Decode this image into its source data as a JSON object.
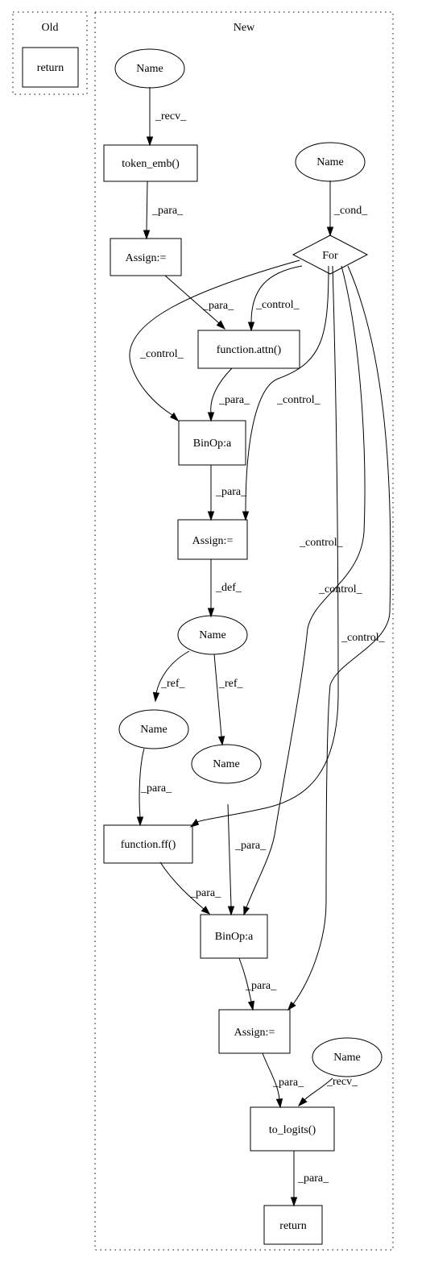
{
  "clusters": {
    "old": {
      "label": "Old"
    },
    "new": {
      "label": "New"
    }
  },
  "nodes": {
    "old_return": "return",
    "name_top": "Name",
    "token_emb": "token_emb()",
    "name_cond": "Name",
    "assign1": "Assign:=",
    "for_node": "For",
    "attn": "function.attn()",
    "binop1": "BinOp:a",
    "assign2": "Assign:=",
    "name_def": "Name",
    "name_ref1": "Name",
    "name_ref2": "Name",
    "ff": "function.ff()",
    "binop2": "BinOp:a",
    "assign3": "Assign:=",
    "name_recv": "Name",
    "to_logits": "to_logits()",
    "new_return": "return"
  },
  "edge_labels": {
    "recv1": "_recv_",
    "para_token": "_para_",
    "cond": "_cond_",
    "para_assign_attn": "_para_",
    "control_attn": "_control_",
    "control_binop1": "_control_",
    "para_attn_binop": "_para_",
    "control_assign2": "_control_",
    "para_binop1_assign2": "_para_",
    "def": "_def_",
    "ref1": "_ref_",
    "ref2": "_ref_",
    "control_ff": "_control_",
    "control_binop2": "_control_",
    "control_assign3": "_control_",
    "para_name_ff": "_para_",
    "para_name_binop2": "_para_",
    "para_ff_binop2": "_para_",
    "para_binop2_assign3": "_para_",
    "para_assign3_logits": "_para_",
    "recv2": "_recv_",
    "para_logits_return": "_para_"
  }
}
